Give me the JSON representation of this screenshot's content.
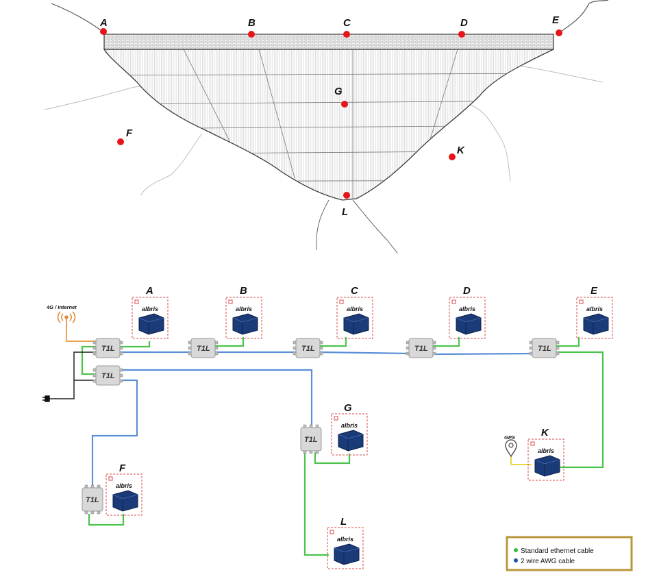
{
  "map": {
    "points": [
      {
        "id": "A",
        "label": "A"
      },
      {
        "id": "B",
        "label": "B"
      },
      {
        "id": "C",
        "label": "C"
      },
      {
        "id": "D",
        "label": "D"
      },
      {
        "id": "E",
        "label": "E"
      },
      {
        "id": "F",
        "label": "F"
      },
      {
        "id": "G",
        "label": "G"
      },
      {
        "id": "K",
        "label": "K"
      },
      {
        "id": "L",
        "label": "L"
      }
    ],
    "marker_color": "#e8141b"
  },
  "network": {
    "internet_label": "4G / Internet",
    "gps_label": "GPS",
    "switch_label": "T1L",
    "device_brand": "albris",
    "nodes": [
      {
        "id": "A",
        "label": "A"
      },
      {
        "id": "B",
        "label": "B"
      },
      {
        "id": "C",
        "label": "C"
      },
      {
        "id": "D",
        "label": "D"
      },
      {
        "id": "E",
        "label": "E"
      },
      {
        "id": "F",
        "label": "F"
      },
      {
        "id": "G",
        "label": "G"
      },
      {
        "id": "K",
        "label": "K"
      },
      {
        "id": "L",
        "label": "L"
      }
    ]
  },
  "legend": {
    "items": [
      {
        "label": "Standard ethernet cable",
        "color": "#3cb83c"
      },
      {
        "label": "2 wire AWG cable",
        "color": "#1e4fa8"
      }
    ],
    "border_color": "#b9953b"
  },
  "colors": {
    "ethernet": "#4cc44c",
    "awg": "#5b8fd8",
    "internet": "#f0a050",
    "gps": "#e8dc3a",
    "power": "#222222"
  }
}
